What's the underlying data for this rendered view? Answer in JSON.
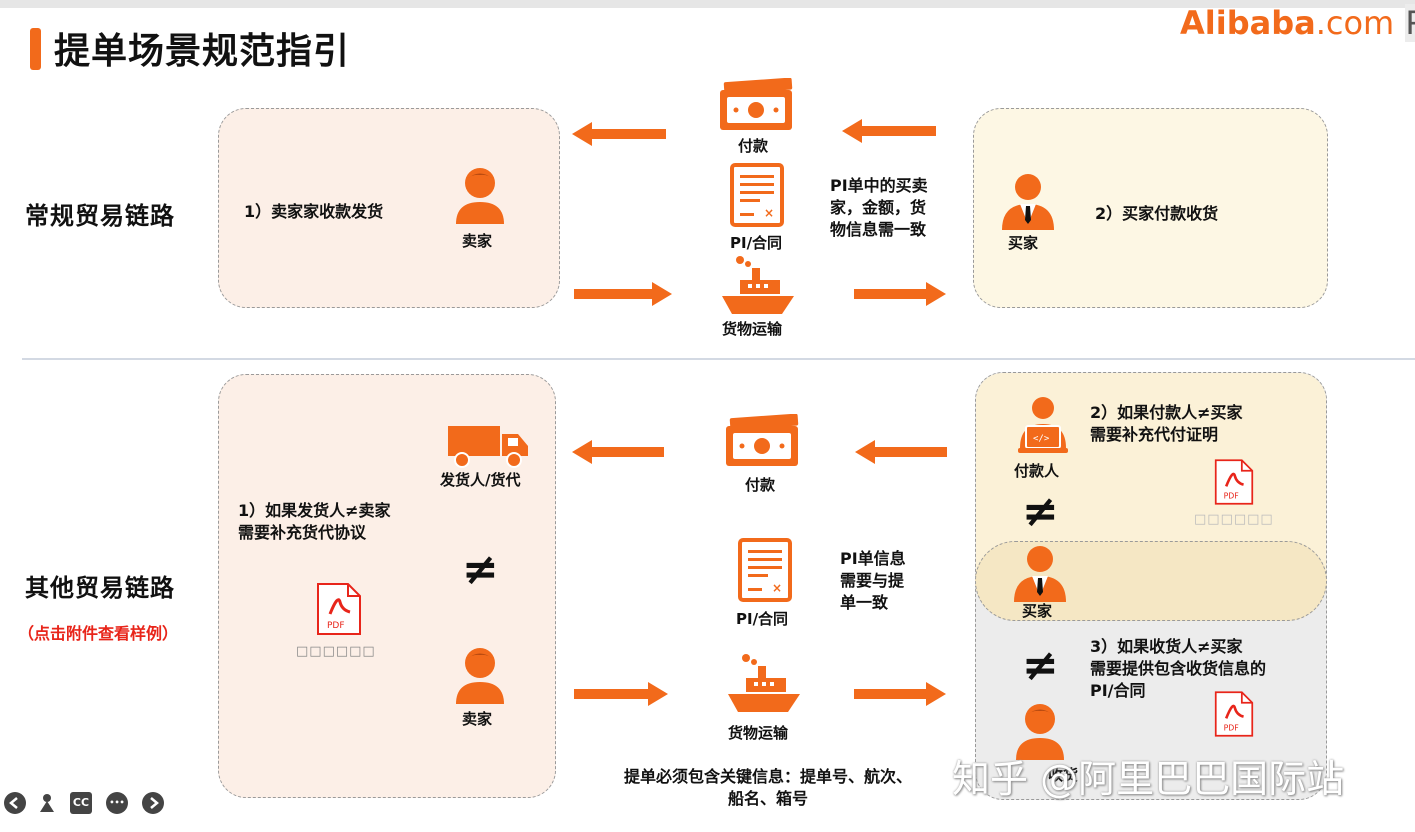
{
  "title": "提单场景规范指引",
  "logo": {
    "brand": "Alibaba",
    "suffix": ".com",
    "trail": "Pa"
  },
  "normal": {
    "row_title": "常规贸易链路",
    "seller_note": "1）卖家家收款发货",
    "seller_label": "卖家",
    "buyer_label": "买家",
    "buyer_note": "2）买家付款收货",
    "payment_label": "付款",
    "pi_label": "PI/合同",
    "shipping_label": "货物运输",
    "pi_note": [
      "PI单中的买卖",
      "家，金额，货",
      "物信息需一致"
    ]
  },
  "other": {
    "row_title": "其他贸易链路",
    "row_subtitle": "（点击附件查看样例）",
    "shipper_label": "发货人/货代",
    "seller_note": [
      "1）如果发货人≠卖家",
      "需要补充货代协议"
    ],
    "seller_label": "卖家",
    "payment_label": "付款",
    "pi_label": "PI/合同",
    "shipping_label": "货物运输",
    "pi_note": [
      "PI单信息",
      "需要与提",
      "单一致"
    ],
    "payer_label": "付款人",
    "payer_note": [
      "2）如果付款人≠买家",
      "需要补充代付证明"
    ],
    "buyer_label": "买家",
    "consignee_note": [
      "3）如果收货人≠买家",
      "需要提供包含收货信息的",
      "PI/合同"
    ],
    "consignee_label": "收货",
    "key_info": [
      "提单必须包含关键信息：提单号、航次、",
      "船名、箱号"
    ],
    "neq": "≠",
    "pdf_text": "PDF",
    "pdf_caption": "□□□□□□"
  },
  "watermark": "知乎 @阿里巴巴国际站",
  "controls": [
    "back-icon",
    "person-icon",
    "cc-icon",
    "more-icon",
    "forward-icon"
  ],
  "controls_text": {
    "cc": "CC",
    "more": "•••"
  },
  "colors": {
    "accent": "#f26a1b",
    "red": "#e8251a"
  }
}
